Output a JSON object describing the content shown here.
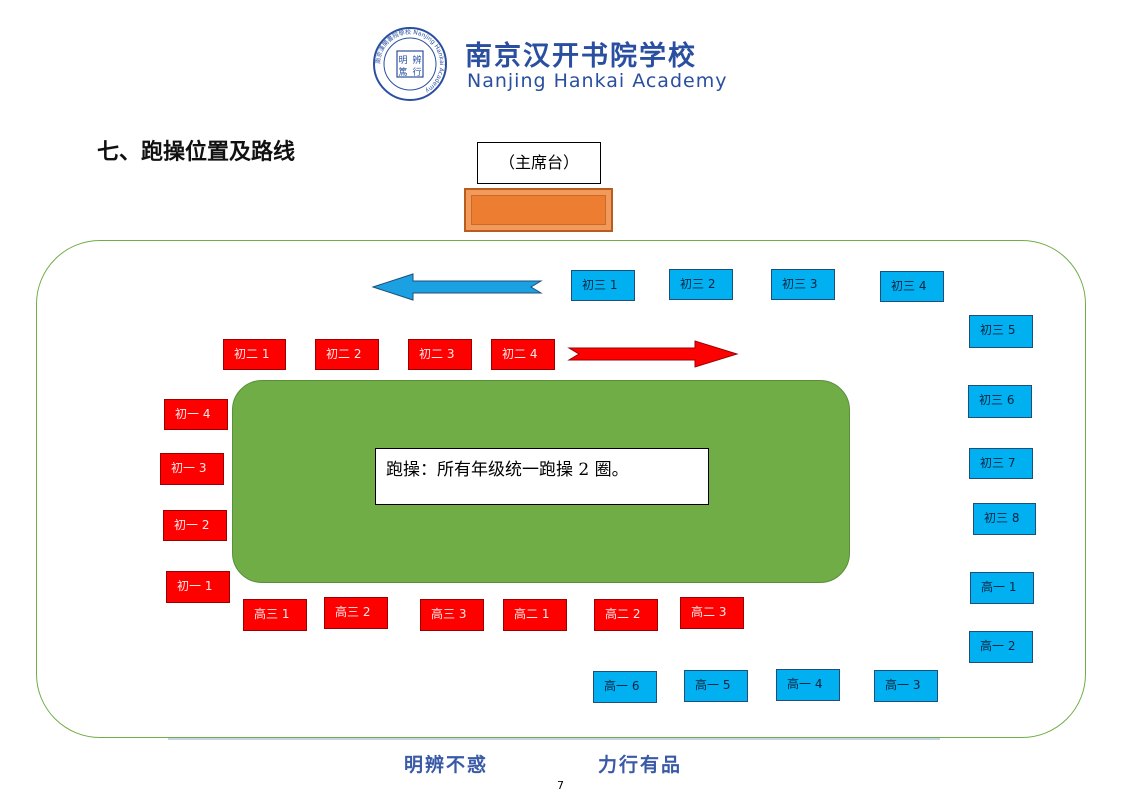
{
  "header": {
    "seal_text": "南京漢開書院學校 Nanjing Hankai Academy",
    "seal_center": [
      "明",
      "辨",
      "篤",
      "行"
    ],
    "school_name_cn": "南京汉开书院学校",
    "school_name_en": "Nanjing Hankai Academy"
  },
  "section_title": "七、跑操位置及路线",
  "podium_label": "（主席台）",
  "field_note": "跑操：所有年级统一跑操 2 圈。",
  "classes": {
    "chu3": [
      "初三 1",
      "初三 2",
      "初三 3",
      "初三 4",
      "初三 5",
      "初三 6",
      "初三 7",
      "初三 8"
    ],
    "chu2": [
      "初二 1",
      "初二 2",
      "初二 3",
      "初二 4"
    ],
    "chu1": [
      "初一 4",
      "初一 3",
      "初一 2",
      "初一 1"
    ],
    "gao_red": [
      "高三 1",
      "高三 2",
      "高三 3",
      "高二 1",
      "高二 2",
      "高二 3"
    ],
    "gao1": [
      "高一 1",
      "高一 2",
      "高一 6",
      "高一 5",
      "高一 4",
      "高一 3"
    ]
  },
  "arrows": [
    {
      "name": "blue-arrow",
      "direction": "left",
      "color": "#1ba1e2"
    },
    {
      "name": "red-arrow",
      "direction": "right",
      "color": "#ff0000"
    }
  ],
  "colors": {
    "brand": "#2a4fa0",
    "red_class": "#ff0000",
    "blue_class": "#00b0f0",
    "field": "#70ad47",
    "podium": "#ed7d31"
  },
  "footer": {
    "motto_left": "明辨不惑",
    "motto_right": "力行有品",
    "page_number": "7"
  }
}
